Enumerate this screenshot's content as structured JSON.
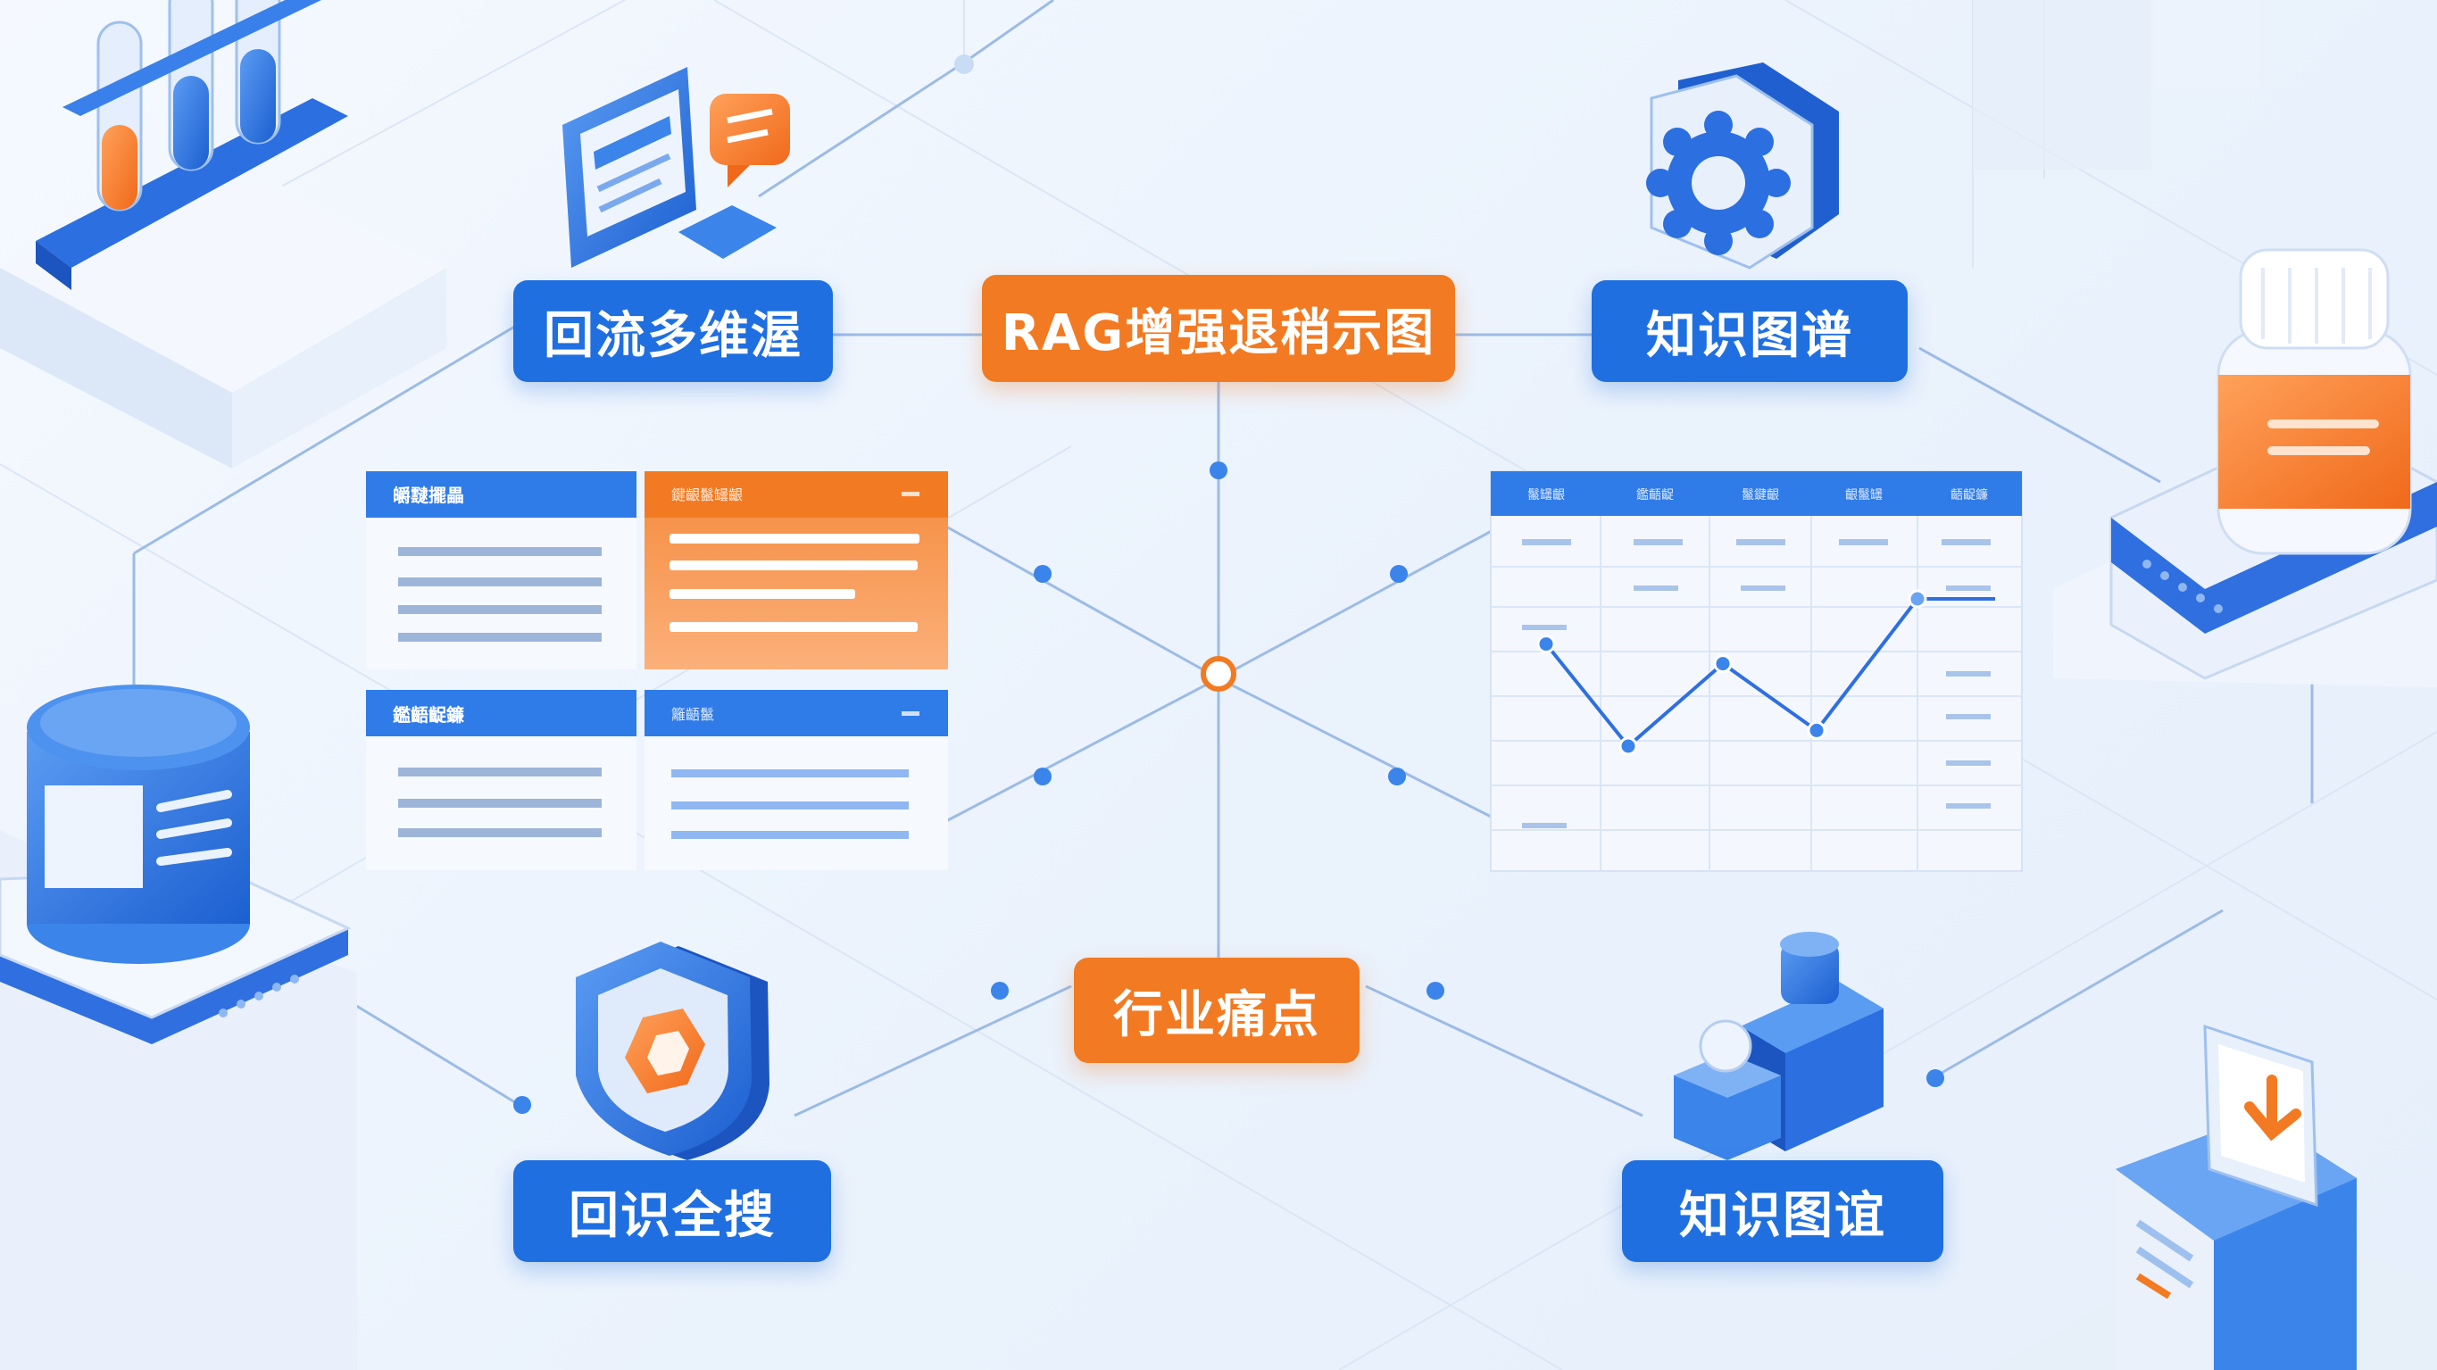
{
  "labels": {
    "top_left": "回流多维渥",
    "top_center": "RAG增强退稍示图",
    "top_right": "知识图谱",
    "middle_bottom": "行业痛点",
    "bottom_left": "回识全搜",
    "bottom_right": "知识图谊"
  },
  "left_panel": {
    "top_left_title": "皭靆擺畾",
    "top_right_title": "鍵齦鬣罎齦",
    "bottom_left_title": "鑑齬齪鐮",
    "bottom_right_title": "籬齬鬣"
  },
  "right_table": {
    "headers": [
      "鬣罎齦",
      "鑑齬齪",
      "鬣鍵齦",
      "齦鬣罎",
      "齬齪鐮"
    ],
    "chart_points": [
      0.72,
      0.2,
      0.62,
      0.28,
      0.95
    ]
  },
  "colors": {
    "blue": "#1f6fe0",
    "orange": "#f27a22",
    "background": "#eef4fc"
  },
  "icons": [
    "test-tubes-icon",
    "document-chat-icon",
    "gear-hexagon-icon",
    "medicine-bottle-icon",
    "database-cylinder-icon",
    "shield-icon",
    "blocks-icon",
    "download-box-icon"
  ]
}
